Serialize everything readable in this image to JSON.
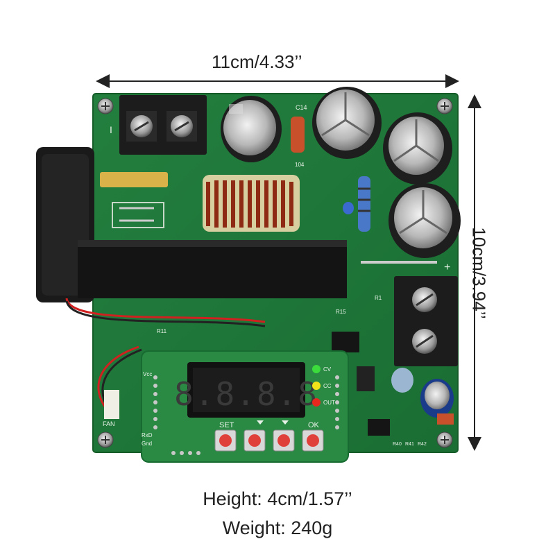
{
  "dimensions": {
    "width_label": "11cm/4.33’’",
    "length_label": "10cm/3.94’’",
    "height_label": "Height: 4cm/1.57’’",
    "weight_label": "Weight: 240g"
  },
  "silkscreen": {
    "input_marker": "I",
    "output_plus": "+",
    "cap_label": "C14",
    "cap_value": "104",
    "led_cv": "CV",
    "led_cc": "CC",
    "led_out": "OUT",
    "btn_set": "SET",
    "btn_ok": "OK",
    "fan_label": "FAN",
    "vcc": "Vcc",
    "gnd": "Gnd",
    "rxd": "RxD",
    "r15": "R15",
    "r1": "R1",
    "r11": "R11",
    "r40": "R40",
    "r41": "R41",
    "r42": "R42"
  },
  "display": {
    "readout": "8.8.8.8"
  },
  "colors": {
    "pcb": "#1f7a3a",
    "pcb_dark": "#145a28",
    "heatsink": "#1a1a1a",
    "led_cv": "#3cdc3c",
    "led_cc": "#f2e21a",
    "led_out": "#e8281e",
    "button": "#e0403a"
  }
}
